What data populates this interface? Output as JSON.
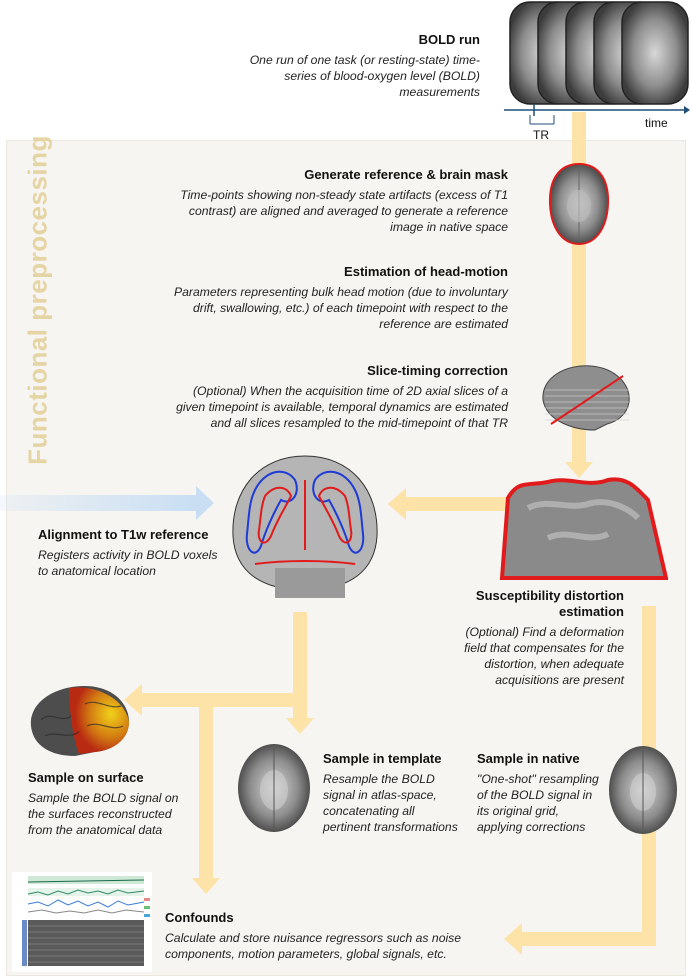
{
  "section_title": "Functional preprocessing",
  "timeline": {
    "axis_label": "time",
    "tr_label": "TR"
  },
  "steps": {
    "bold_run": {
      "title": "BOLD run",
      "desc": "One run of one task (or resting-state) time-series of blood-oxygen level (BOLD) measurements"
    },
    "reference": {
      "title": "Generate reference & brain mask",
      "desc": "Time-points showing non-steady state artifacts (excess of T1 contrast) are aligned and averaged to generate a reference image in native space"
    },
    "head_motion": {
      "title": "Estimation of head-motion",
      "desc": "Parameters representing bulk head motion (due to involuntary drift, swallowing, etc.) of each timepoint with respect to the reference are estimated"
    },
    "slice_timing": {
      "title": "Slice-timing correction",
      "desc": "(Optional) When the acquisition time of 2D axial slices of a given timepoint is available, temporal dynamics are estimated and all slices resampled to the mid-timepoint of that TR"
    },
    "alignment": {
      "title": "Alignment to T1w reference",
      "desc": "Registers activity in BOLD voxels to anatomical location"
    },
    "susceptibility": {
      "title": "Susceptibility distortion estimation",
      "desc": "(Optional) Find a deformation field that compensates for the distortion, when adequate acquisitions are present"
    },
    "surface": {
      "title": "Sample on surface",
      "desc": "Sample the BOLD signal on the surfaces reconstructed from the anatomical data"
    },
    "template": {
      "title": "Sample in template",
      "desc": "Resample the BOLD signal in atlas-space, concatenating all pertinent transformations"
    },
    "native": {
      "title": "Sample in native",
      "desc": "\"One-shot\" resampling of the BOLD signal in its original grid, applying corrections"
    },
    "confounds": {
      "title": "Confounds",
      "desc": "Calculate and store nuisance regressors such as noise components, motion parameters, global signals, etc."
    }
  },
  "colors": {
    "flow": "#fde3a7",
    "inbound": "#c9def3",
    "panel": "#f7f5f2",
    "section_title": "#e5d4a4",
    "outline_red": "#e11b1b",
    "outline_blue": "#1f3bd6",
    "axis": "#1f4e79"
  },
  "icons": [
    "bold-volume-stack",
    "brain-mask-image",
    "sagittal-slice-image",
    "coronal-registration-image",
    "distortion-image",
    "cortical-surface-image",
    "template-brain-image",
    "native-brain-image",
    "confounds-plot-image"
  ]
}
